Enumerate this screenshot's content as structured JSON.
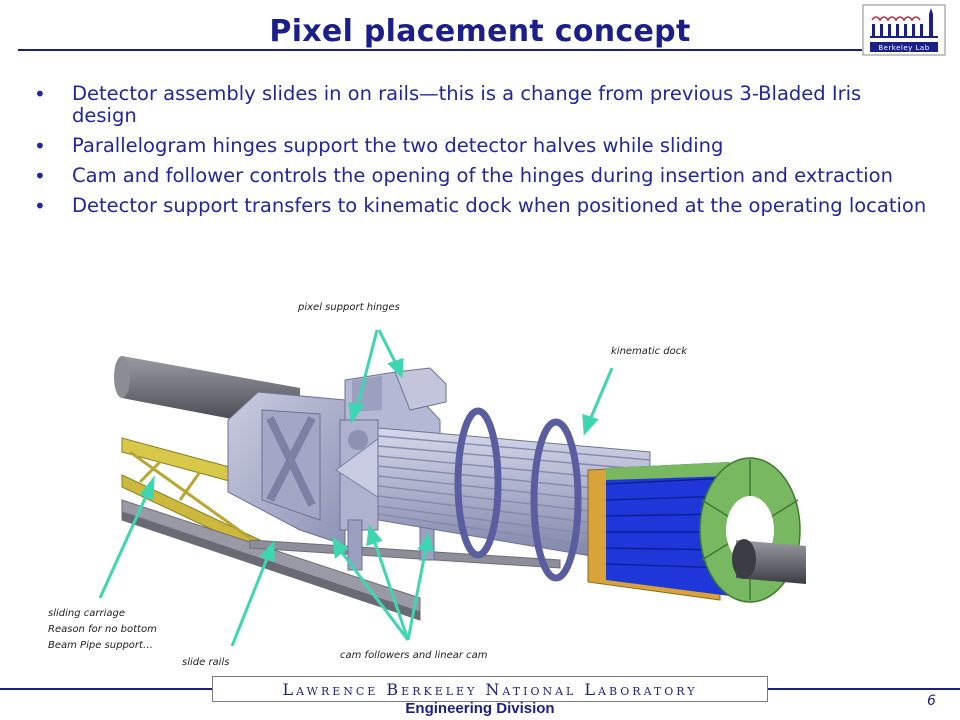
{
  "slide": {
    "title": "Pixel placement concept",
    "bullets": [
      "Detector assembly slides in on rails—this is a change from previous 3-Bladed Iris design",
      "Parallelogram hinges support the two detector halves while sliding",
      "Cam and follower controls the opening of the hinges during insertion and extraction",
      "Detector support transfers to kinematic dock when positioned at the operating location"
    ]
  },
  "figure": {
    "labels": {
      "pixel_support_hinges": "pixel support hinges",
      "kinematic_dock": "kinematic dock",
      "sliding_carriage_1": "sliding carriage",
      "sliding_carriage_2": "Reason for no bottom",
      "sliding_carriage_3": "Beam Pipe support…",
      "slide_rails": "slide rails",
      "cam_followers": "cam followers and linear cam"
    },
    "colors": {
      "arrow": "#3ed6b0",
      "metal": "#b9bdd6",
      "carriage": "#d8c84a",
      "sensor_blue": "#1f37d8",
      "sensor_green": "#78b860",
      "sensor_gold": "#d8a43a"
    }
  },
  "footer": {
    "banner": "Lawrence Berkeley National Laboratory",
    "division": "Engineering Division",
    "page_number": "6"
  },
  "logo": {
    "text": "Berkeley Lab"
  }
}
